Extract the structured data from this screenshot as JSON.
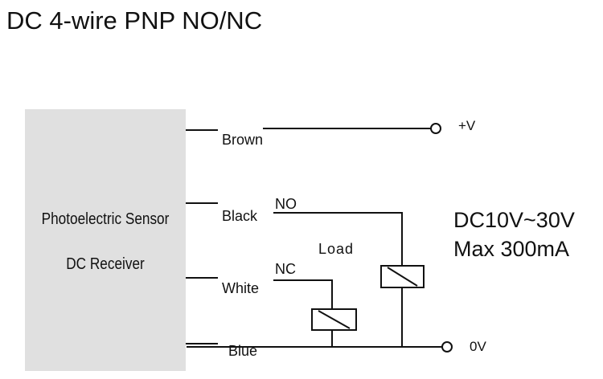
{
  "title": "DC 4-wire PNP NO/NC",
  "sensor": {
    "name": "Photoelectric  Sensor",
    "type": "DC Receiver",
    "fill_color": "#e0e0e0"
  },
  "wires": {
    "brown": "Brown",
    "black": "Black",
    "white": "White",
    "blue": "Blue"
  },
  "outputs": {
    "no": "NO",
    "nc": "NC",
    "load": "Load"
  },
  "terminals": {
    "positive": "+V",
    "ground": "0V"
  },
  "supply": {
    "voltage": "DC10V~30V",
    "current": "Max 300mA"
  },
  "line_color": "#111111"
}
